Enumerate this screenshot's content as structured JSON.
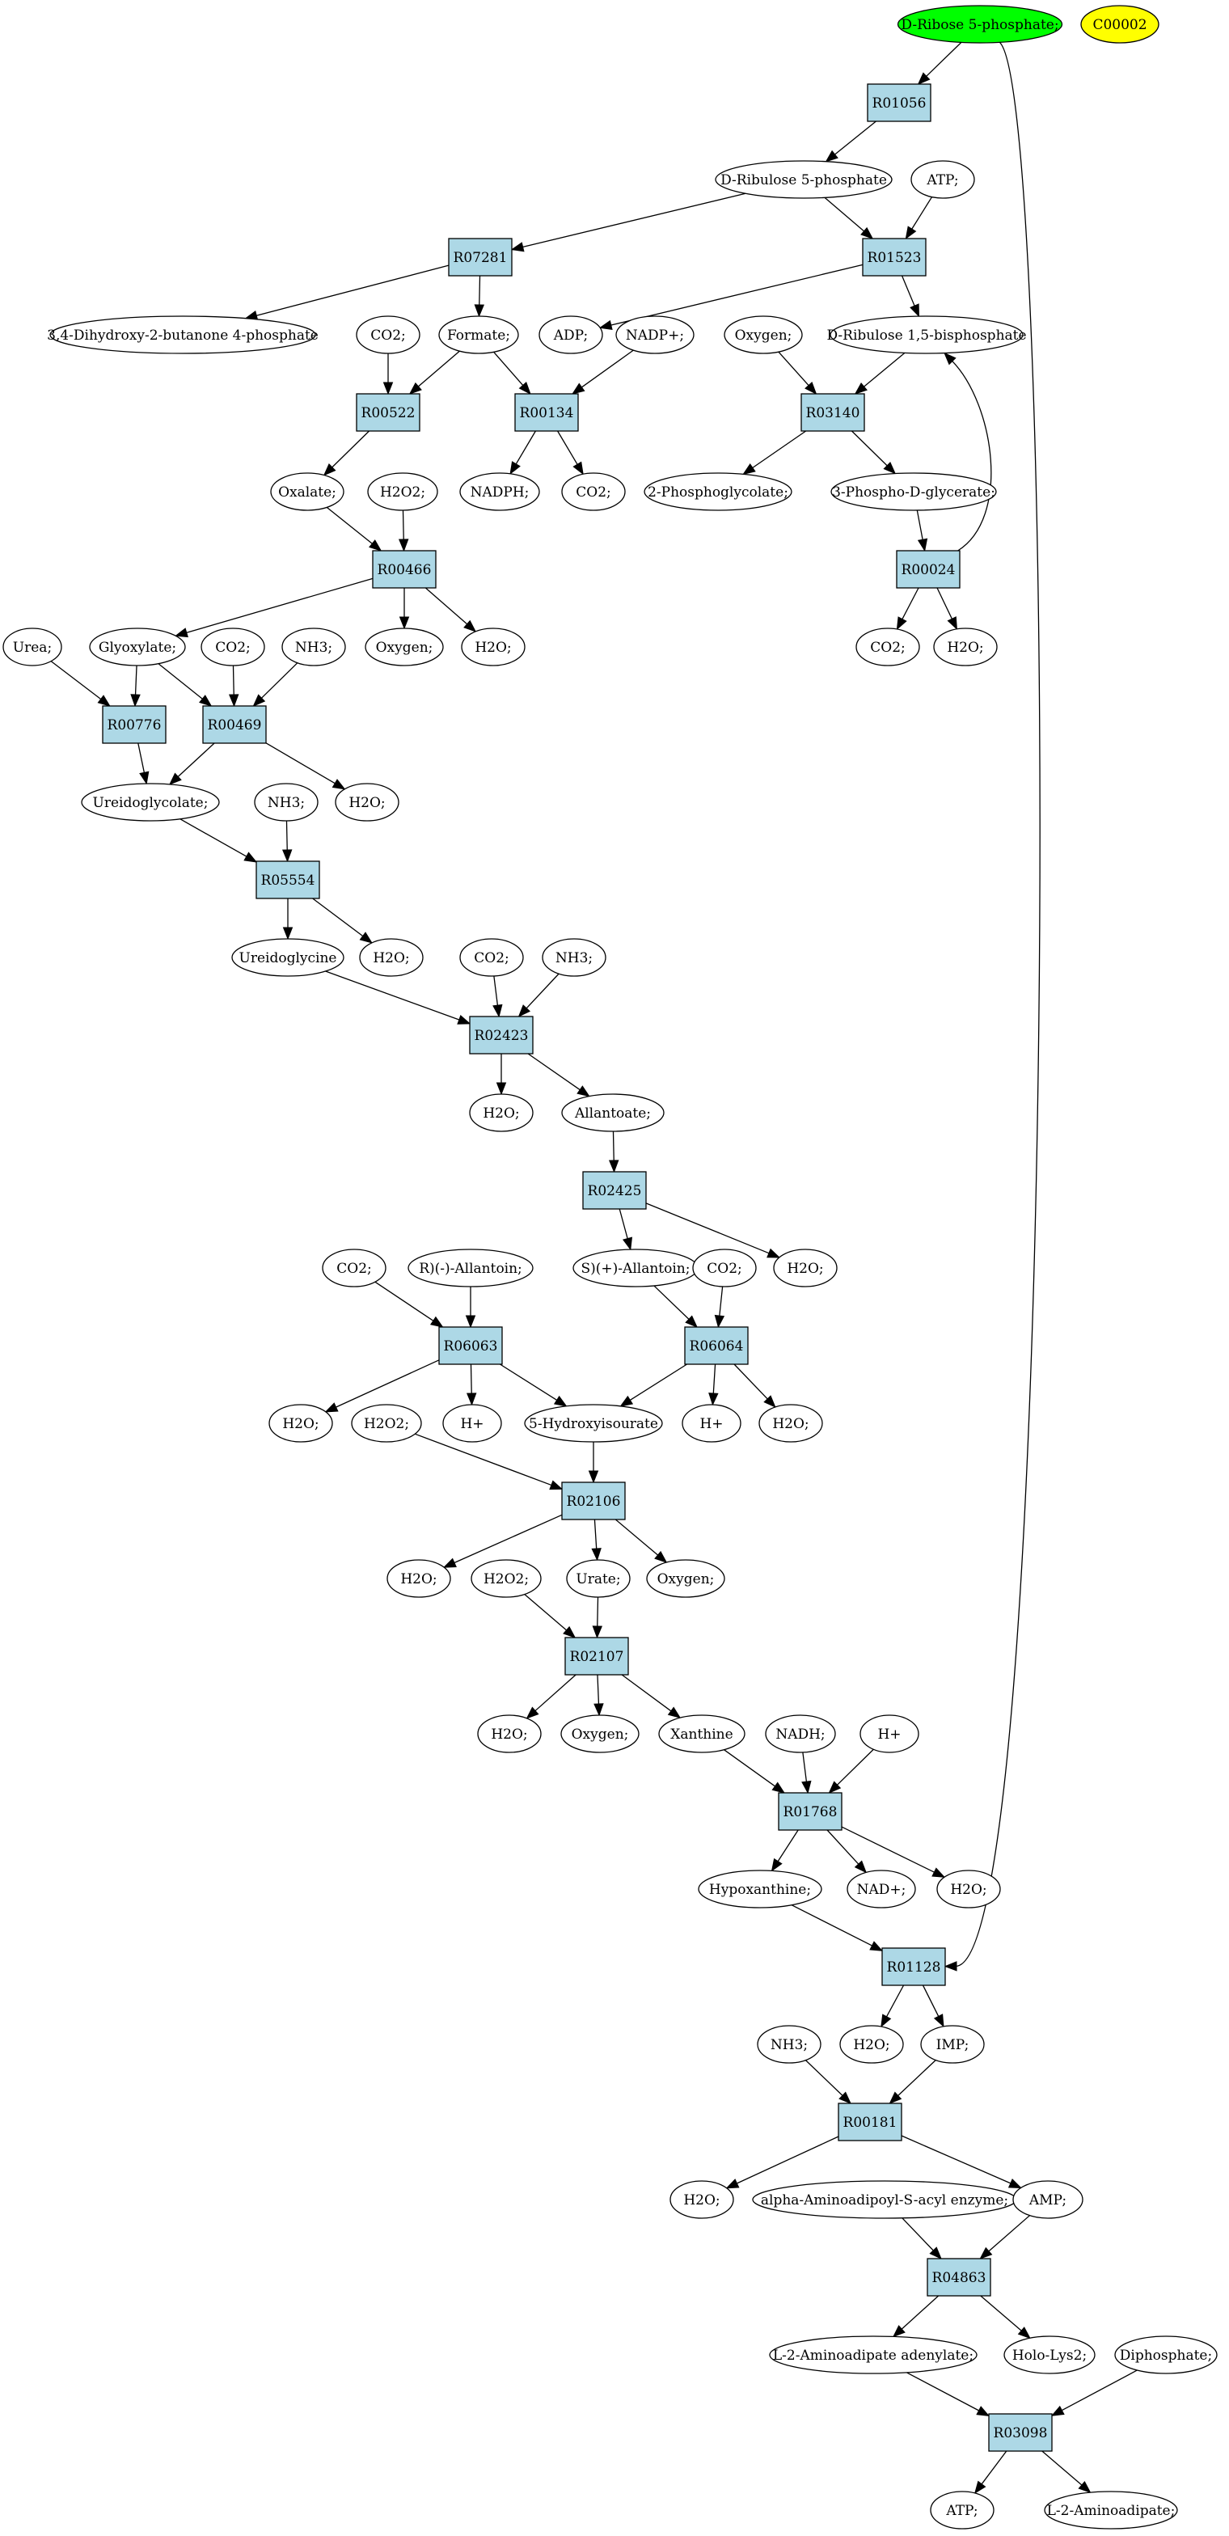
{
  "colors": {
    "reaction_fill": "#add8e6",
    "compound_fill": "#ffffff",
    "start_fill": "#00ff00",
    "highlight_fill": "#ffff00",
    "stroke": "#000000"
  },
  "nodes": [
    {
      "id": "c_ribose5p",
      "kind": "start",
      "label": "D-Ribose 5-phosphate;"
    },
    {
      "id": "c_c00002",
      "kind": "highlight",
      "label": "C00002"
    },
    {
      "id": "r_R01056",
      "kind": "reaction",
      "label": "R01056"
    },
    {
      "id": "c_ribulose5p",
      "kind": "compound",
      "label": "D-Ribulose 5-phosphate"
    },
    {
      "id": "c_atp1",
      "kind": "compound",
      "label": "ATP;"
    },
    {
      "id": "r_R07281",
      "kind": "reaction",
      "label": "R07281"
    },
    {
      "id": "r_R01523",
      "kind": "reaction",
      "label": "R01523"
    },
    {
      "id": "c_dhbp",
      "kind": "compound",
      "label": "3,4-Dihydroxy-2-butanone 4-phosphate"
    },
    {
      "id": "c_co2_a",
      "kind": "compound",
      "label": "CO2;"
    },
    {
      "id": "c_formate",
      "kind": "compound",
      "label": "Formate;"
    },
    {
      "id": "c_adp",
      "kind": "compound",
      "label": "ADP;"
    },
    {
      "id": "c_nadp",
      "kind": "compound",
      "label": "NADP+;"
    },
    {
      "id": "c_oxygen_a",
      "kind": "compound",
      "label": "Oxygen;"
    },
    {
      "id": "c_rubp",
      "kind": "compound",
      "label": "D-Ribulose 1,5-bisphosphate"
    },
    {
      "id": "r_R00522",
      "kind": "reaction",
      "label": "R00522"
    },
    {
      "id": "r_R00134",
      "kind": "reaction",
      "label": "R00134"
    },
    {
      "id": "r_R03140",
      "kind": "reaction",
      "label": "R03140"
    },
    {
      "id": "c_oxalate",
      "kind": "compound",
      "label": "Oxalate;"
    },
    {
      "id": "c_h2o2_a",
      "kind": "compound",
      "label": "H2O2;"
    },
    {
      "id": "c_nadph",
      "kind": "compound",
      "label": "NADPH;"
    },
    {
      "id": "c_co2_b",
      "kind": "compound",
      "label": "CO2;"
    },
    {
      "id": "c_2pg",
      "kind": "compound",
      "label": "2-Phosphoglycolate;"
    },
    {
      "id": "c_3pg",
      "kind": "compound",
      "label": "3-Phospho-D-glycerate;"
    },
    {
      "id": "r_R00466",
      "kind": "reaction",
      "label": "R00466"
    },
    {
      "id": "r_R00024",
      "kind": "reaction",
      "label": "R00024"
    },
    {
      "id": "c_urea",
      "kind": "compound",
      "label": "Urea;"
    },
    {
      "id": "c_glyoxylate",
      "kind": "compound",
      "label": "Glyoxylate;"
    },
    {
      "id": "c_co2_c",
      "kind": "compound",
      "label": "CO2;"
    },
    {
      "id": "c_nh3_a",
      "kind": "compound",
      "label": "NH3;"
    },
    {
      "id": "c_oxygen_b",
      "kind": "compound",
      "label": "Oxygen;"
    },
    {
      "id": "c_h2o_a",
      "kind": "compound",
      "label": "H2O;"
    },
    {
      "id": "c_co2_d",
      "kind": "compound",
      "label": "CO2;"
    },
    {
      "id": "c_h2o_b",
      "kind": "compound",
      "label": "H2O;"
    },
    {
      "id": "r_R00776",
      "kind": "reaction",
      "label": "R00776"
    },
    {
      "id": "r_R00469",
      "kind": "reaction",
      "label": "R00469"
    },
    {
      "id": "c_ureidoglycolate",
      "kind": "compound",
      "label": "Ureidoglycolate;"
    },
    {
      "id": "c_nh3_b",
      "kind": "compound",
      "label": "NH3;"
    },
    {
      "id": "c_h2o_c",
      "kind": "compound",
      "label": "H2O;"
    },
    {
      "id": "r_R05554",
      "kind": "reaction",
      "label": "R05554"
    },
    {
      "id": "c_ureidoglycine",
      "kind": "compound",
      "label": "Ureidoglycine"
    },
    {
      "id": "c_h2o_d",
      "kind": "compound",
      "label": "H2O;"
    },
    {
      "id": "c_co2_e",
      "kind": "compound",
      "label": "CO2;"
    },
    {
      "id": "c_nh3_c",
      "kind": "compound",
      "label": "NH3;"
    },
    {
      "id": "r_R02423",
      "kind": "reaction",
      "label": "R02423"
    },
    {
      "id": "c_h2o_e",
      "kind": "compound",
      "label": "H2O;"
    },
    {
      "id": "c_allantoate",
      "kind": "compound",
      "label": "Allantoate;"
    },
    {
      "id": "r_R02425",
      "kind": "reaction",
      "label": "R02425"
    },
    {
      "id": "c_co2_f",
      "kind": "compound",
      "label": "CO2;"
    },
    {
      "id": "c_r_allantoin",
      "kind": "compound",
      "label": "R)(-)-Allantoin;"
    },
    {
      "id": "c_s_allantoin",
      "kind": "compound",
      "label": "S)(+)-Allantoin;"
    },
    {
      "id": "c_co2_g",
      "kind": "compound",
      "label": "CO2;"
    },
    {
      "id": "c_h2o_f",
      "kind": "compound",
      "label": "H2O;"
    },
    {
      "id": "r_R06063",
      "kind": "reaction",
      "label": "R06063"
    },
    {
      "id": "r_R06064",
      "kind": "reaction",
      "label": "R06064"
    },
    {
      "id": "c_h2o_g",
      "kind": "compound",
      "label": "H2O;"
    },
    {
      "id": "c_h2o2_b",
      "kind": "compound",
      "label": "H2O2;"
    },
    {
      "id": "c_hplus_a",
      "kind": "compound",
      "label": "H+"
    },
    {
      "id": "c_hiu",
      "kind": "compound",
      "label": "5-Hydroxyisourate"
    },
    {
      "id": "c_hplus_b",
      "kind": "compound",
      "label": "H+"
    },
    {
      "id": "c_h2o_h",
      "kind": "compound",
      "label": "H2O;"
    },
    {
      "id": "r_R02106",
      "kind": "reaction",
      "label": "R02106"
    },
    {
      "id": "c_h2o_i",
      "kind": "compound",
      "label": "H2O;"
    },
    {
      "id": "c_h2o2_c",
      "kind": "compound",
      "label": "H2O2;"
    },
    {
      "id": "c_urate",
      "kind": "compound",
      "label": "Urate;"
    },
    {
      "id": "c_oxygen_c",
      "kind": "compound",
      "label": "Oxygen;"
    },
    {
      "id": "r_R02107",
      "kind": "reaction",
      "label": "R02107"
    },
    {
      "id": "c_h2o_j",
      "kind": "compound",
      "label": "H2O;"
    },
    {
      "id": "c_oxygen_d",
      "kind": "compound",
      "label": "Oxygen;"
    },
    {
      "id": "c_xanthine",
      "kind": "compound",
      "label": "Xanthine"
    },
    {
      "id": "c_nadh",
      "kind": "compound",
      "label": "NADH;"
    },
    {
      "id": "c_hplus_c",
      "kind": "compound",
      "label": "H+"
    },
    {
      "id": "r_R01768",
      "kind": "reaction",
      "label": "R01768"
    },
    {
      "id": "c_hypoxanthine",
      "kind": "compound",
      "label": "Hypoxanthine;"
    },
    {
      "id": "c_nad",
      "kind": "compound",
      "label": "NAD+;"
    },
    {
      "id": "c_h2o_k",
      "kind": "compound",
      "label": "H2O;"
    },
    {
      "id": "r_R01128",
      "kind": "reaction",
      "label": "R01128"
    },
    {
      "id": "c_nh3_d",
      "kind": "compound",
      "label": "NH3;"
    },
    {
      "id": "c_h2o_l",
      "kind": "compound",
      "label": "H2O;"
    },
    {
      "id": "c_imp",
      "kind": "compound",
      "label": "IMP;"
    },
    {
      "id": "r_R00181",
      "kind": "reaction",
      "label": "R00181"
    },
    {
      "id": "c_h2o_m",
      "kind": "compound",
      "label": "H2O;"
    },
    {
      "id": "c_aminoadipoyl",
      "kind": "compound",
      "label": "alpha-Aminoadipoyl-S-acyl enzyme;"
    },
    {
      "id": "c_amp",
      "kind": "compound",
      "label": "AMP;"
    },
    {
      "id": "r_R04863",
      "kind": "reaction",
      "label": "R04863"
    },
    {
      "id": "c_aminoadipate_adenylate",
      "kind": "compound",
      "label": "L-2-Aminoadipate adenylate;"
    },
    {
      "id": "c_holo_lys2",
      "kind": "compound",
      "label": "Holo-Lys2;"
    },
    {
      "id": "c_diphosphate",
      "kind": "compound",
      "label": "Diphosphate;"
    },
    {
      "id": "r_R03098",
      "kind": "reaction",
      "label": "R03098"
    },
    {
      "id": "c_atp2",
      "kind": "compound",
      "label": "ATP;"
    },
    {
      "id": "c_aminoadipate",
      "kind": "compound",
      "label": "L-2-Aminoadipate;"
    }
  ],
  "edges": [
    [
      "c_ribose5p",
      "r_R01056"
    ],
    [
      "c_ribose5p",
      "r_R01128"
    ],
    [
      "r_R01056",
      "c_ribulose5p"
    ],
    [
      "c_ribulose5p",
      "r_R07281"
    ],
    [
      "c_ribulose5p",
      "r_R01523"
    ],
    [
      "c_atp1",
      "r_R01523"
    ],
    [
      "r_R07281",
      "c_dhbp"
    ],
    [
      "r_R07281",
      "c_formate"
    ],
    [
      "r_R01523",
      "c_adp"
    ],
    [
      "r_R01523",
      "c_rubp"
    ],
    [
      "c_co2_a",
      "r_R00522"
    ],
    [
      "c_formate",
      "r_R00522"
    ],
    [
      "c_formate",
      "r_R00134"
    ],
    [
      "c_nadp",
      "r_R00134"
    ],
    [
      "c_oxygen_a",
      "r_R03140"
    ],
    [
      "c_rubp",
      "r_R03140"
    ],
    [
      "r_R00522",
      "c_oxalate"
    ],
    [
      "r_R00134",
      "c_nadph"
    ],
    [
      "r_R00134",
      "c_co2_b"
    ],
    [
      "r_R03140",
      "c_2pg"
    ],
    [
      "r_R03140",
      "c_3pg"
    ],
    [
      "c_oxalate",
      "r_R00466"
    ],
    [
      "c_h2o2_a",
      "r_R00466"
    ],
    [
      "c_3pg",
      "r_R00024"
    ],
    [
      "r_R00024",
      "c_rubp"
    ],
    [
      "r_R00024",
      "c_co2_d"
    ],
    [
      "r_R00024",
      "c_h2o_b"
    ],
    [
      "r_R00466",
      "c_glyoxylate"
    ],
    [
      "r_R00466",
      "c_oxygen_b"
    ],
    [
      "r_R00466",
      "c_h2o_a"
    ],
    [
      "c_urea",
      "r_R00776"
    ],
    [
      "c_glyoxylate",
      "r_R00776"
    ],
    [
      "c_glyoxylate",
      "r_R00469"
    ],
    [
      "c_co2_c",
      "r_R00469"
    ],
    [
      "c_nh3_a",
      "r_R00469"
    ],
    [
      "r_R00776",
      "c_ureidoglycolate"
    ],
    [
      "r_R00469",
      "c_ureidoglycolate"
    ],
    [
      "r_R00469",
      "c_h2o_c"
    ],
    [
      "c_ureidoglycolate",
      "r_R05554"
    ],
    [
      "c_nh3_b",
      "r_R05554"
    ],
    [
      "r_R05554",
      "c_ureidoglycine"
    ],
    [
      "r_R05554",
      "c_h2o_d"
    ],
    [
      "c_ureidoglycine",
      "r_R02423"
    ],
    [
      "c_co2_e",
      "r_R02423"
    ],
    [
      "c_nh3_c",
      "r_R02423"
    ],
    [
      "r_R02423",
      "c_h2o_e"
    ],
    [
      "r_R02423",
      "c_allantoate"
    ],
    [
      "c_allantoate",
      "r_R02425"
    ],
    [
      "r_R02425",
      "c_s_allantoin"
    ],
    [
      "r_R02425",
      "c_h2o_f"
    ],
    [
      "c_co2_f",
      "r_R06063"
    ],
    [
      "c_r_allantoin",
      "r_R06063"
    ],
    [
      "c_s_allantoin",
      "r_R06064"
    ],
    [
      "c_co2_g",
      "r_R06064"
    ],
    [
      "r_R06063",
      "c_h2o_g"
    ],
    [
      "r_R06063",
      "c_hplus_a"
    ],
    [
      "r_R06063",
      "c_hiu"
    ],
    [
      "r_R06064",
      "c_hiu"
    ],
    [
      "r_R06064",
      "c_hplus_b"
    ],
    [
      "r_R06064",
      "c_h2o_h"
    ],
    [
      "c_h2o2_b",
      "r_R02106"
    ],
    [
      "c_hiu",
      "r_R02106"
    ],
    [
      "r_R02106",
      "c_h2o_i"
    ],
    [
      "r_R02106",
      "c_urate"
    ],
    [
      "r_R02106",
      "c_oxygen_c"
    ],
    [
      "c_h2o2_c",
      "r_R02107"
    ],
    [
      "c_urate",
      "r_R02107"
    ],
    [
      "r_R02107",
      "c_h2o_j"
    ],
    [
      "r_R02107",
      "c_oxygen_d"
    ],
    [
      "r_R02107",
      "c_xanthine"
    ],
    [
      "c_xanthine",
      "r_R01768"
    ],
    [
      "c_nadh",
      "r_R01768"
    ],
    [
      "c_hplus_c",
      "r_R01768"
    ],
    [
      "r_R01768",
      "c_hypoxanthine"
    ],
    [
      "r_R01768",
      "c_nad"
    ],
    [
      "r_R01768",
      "c_h2o_k"
    ],
    [
      "c_hypoxanthine",
      "r_R01128"
    ],
    [
      "r_R01128",
      "c_h2o_l"
    ],
    [
      "r_R01128",
      "c_imp"
    ],
    [
      "c_nh3_d",
      "r_R00181"
    ],
    [
      "c_imp",
      "r_R00181"
    ],
    [
      "r_R00181",
      "c_h2o_m"
    ],
    [
      "r_R00181",
      "c_amp"
    ],
    [
      "c_aminoadipoyl",
      "r_R04863"
    ],
    [
      "c_amp",
      "r_R04863"
    ],
    [
      "r_R04863",
      "c_aminoadipate_adenylate"
    ],
    [
      "r_R04863",
      "c_holo_lys2"
    ],
    [
      "c_aminoadipate_adenylate",
      "r_R03098"
    ],
    [
      "c_diphosphate",
      "r_R03098"
    ],
    [
      "r_R03098",
      "c_atp2"
    ],
    [
      "r_R03098",
      "c_aminoadipate"
    ]
  ]
}
